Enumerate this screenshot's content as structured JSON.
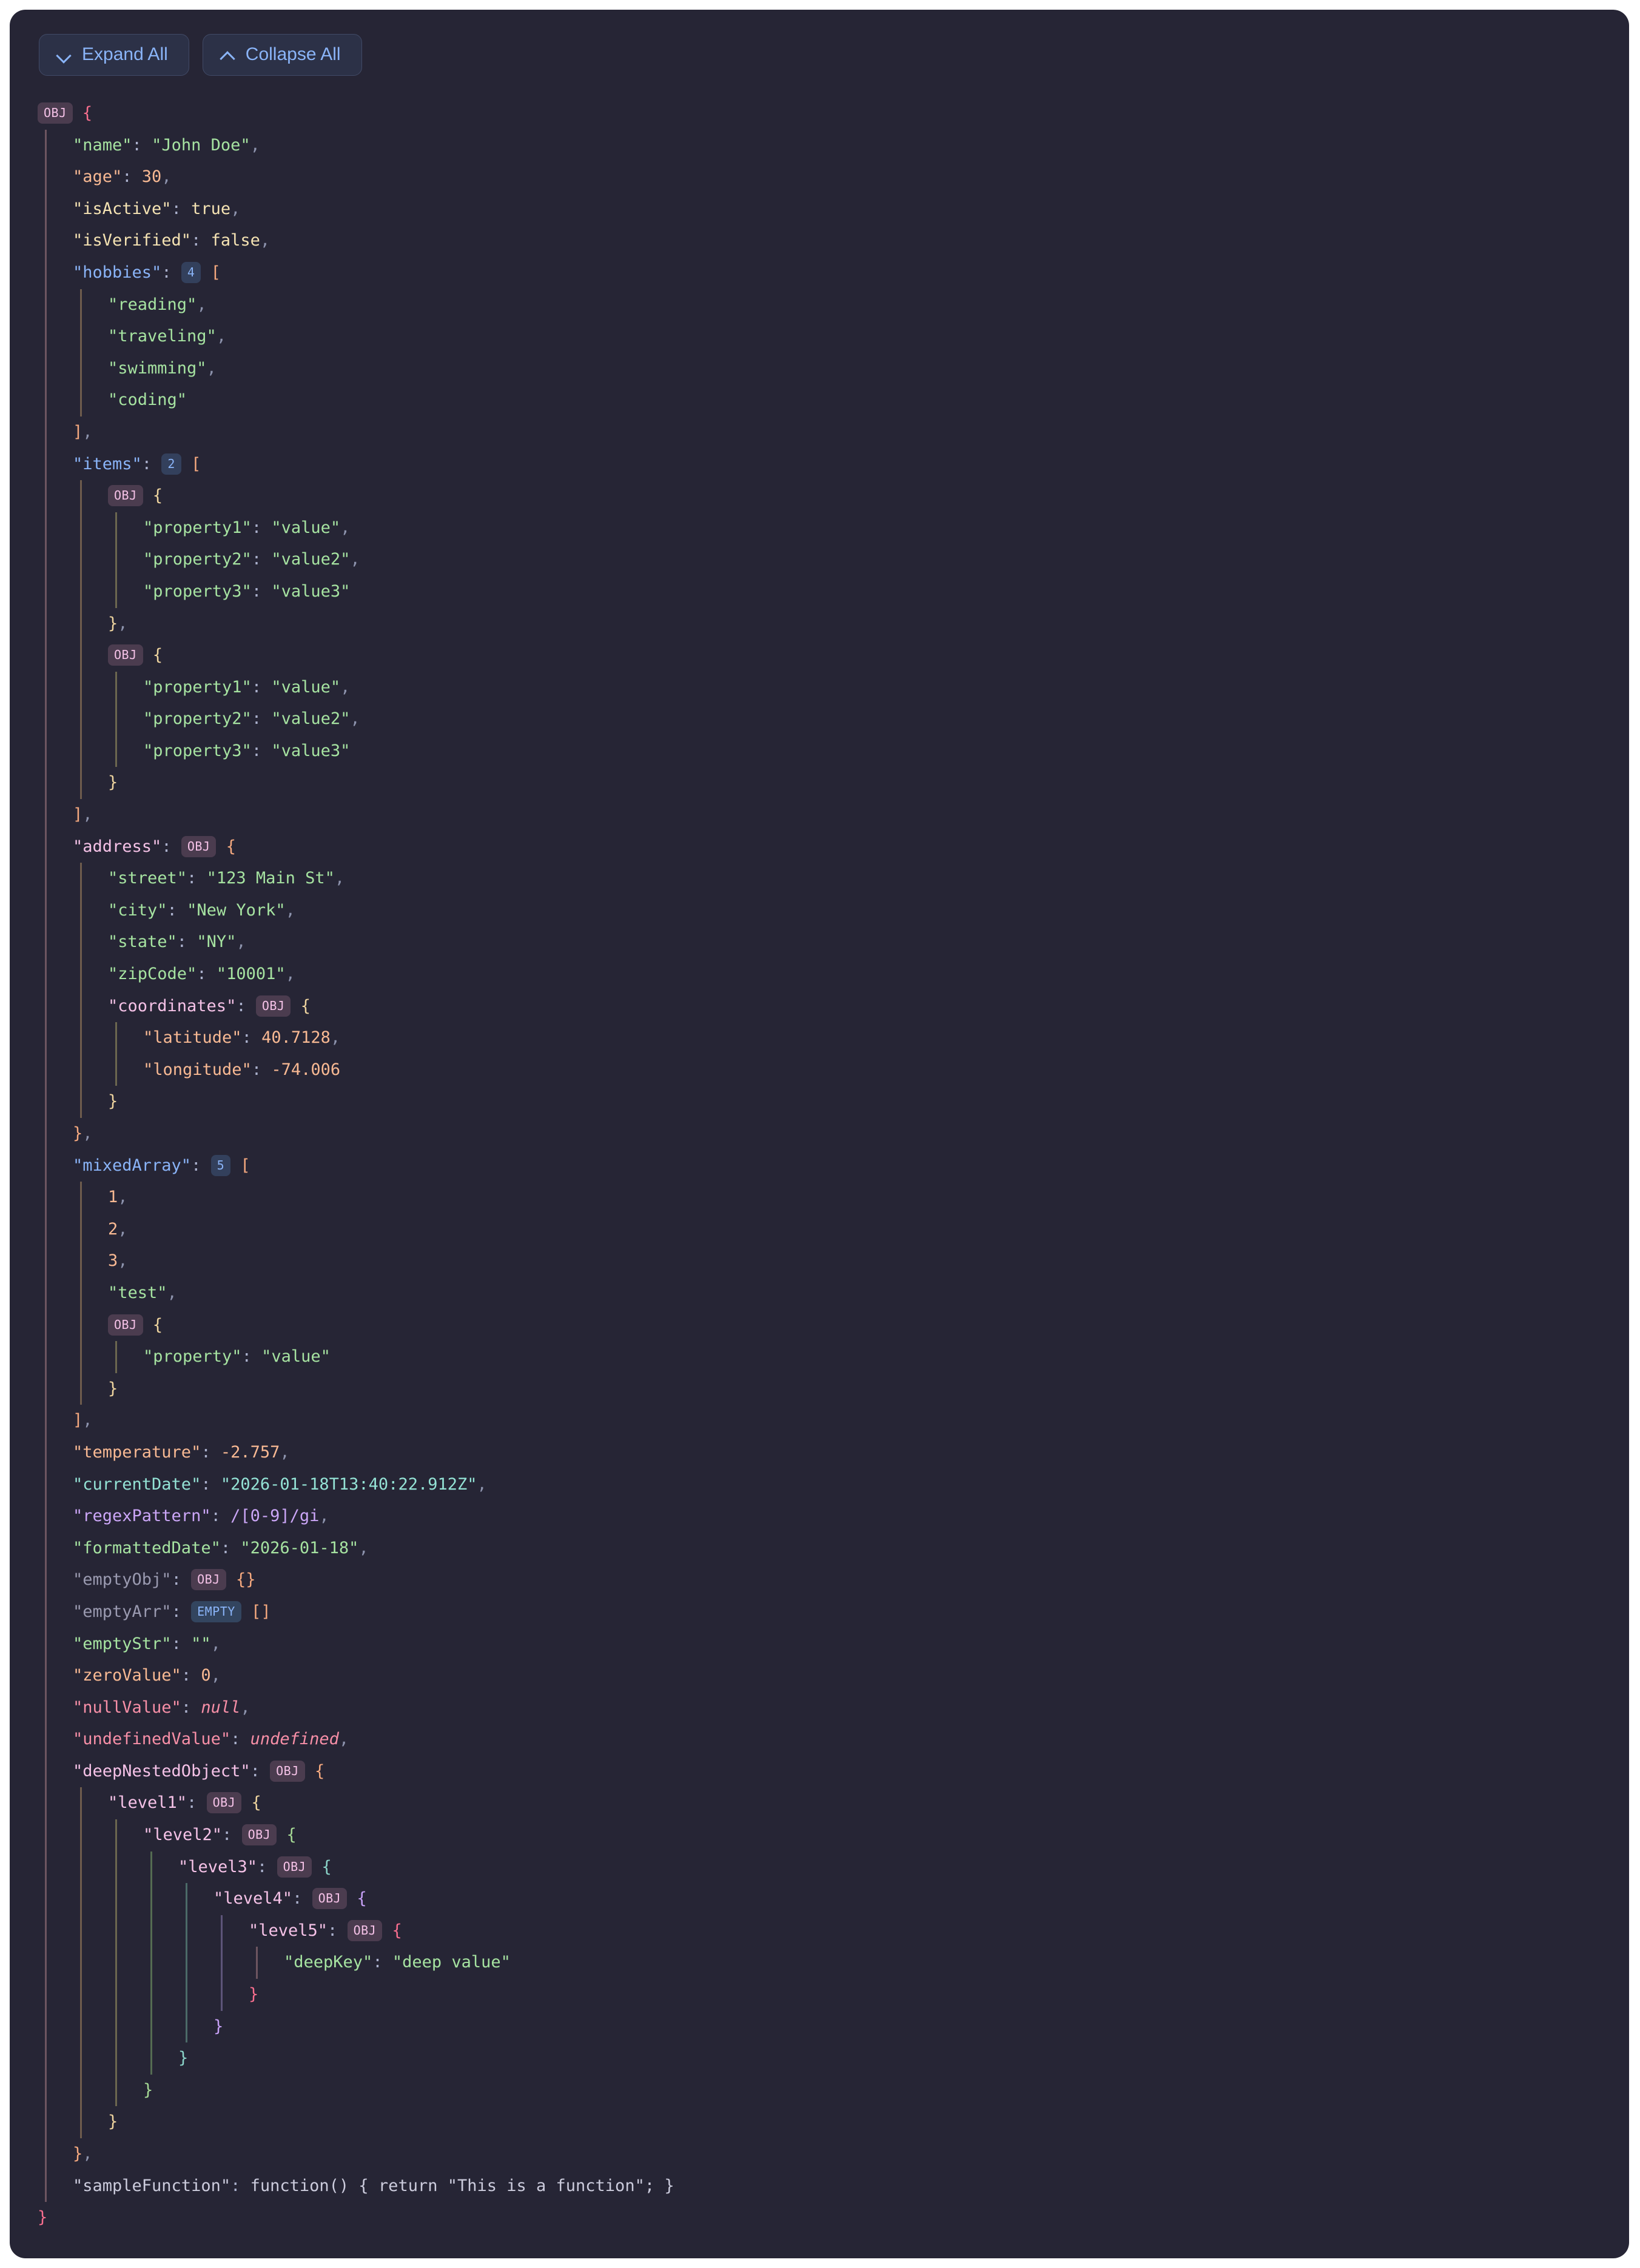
{
  "toolbar": {
    "expand_label": "Expand All",
    "collapse_label": "Collapse All",
    "expand_icon": "chevron-down-icon",
    "collapse_icon": "chevron-up-icon"
  },
  "colors": {
    "panel_bg": "#262535",
    "page_bg": "#ffffff",
    "string": "#a6e3a1",
    "number": "#f8b993",
    "boolean": "#f5e3b3",
    "array_key": "#8ab4f8",
    "object_key": "#f5c2e7",
    "null_key": "#f78fa7",
    "date": "#94e2d5",
    "regex": "#cba6f7",
    "dim_key": "#9a9ab0",
    "function": "#ccccdd",
    "bracket_depth_0": "#f76e8e",
    "bracket_depth_1": "#f5a97f",
    "bracket_depth_2": "#eed49f",
    "bracket_depth_3": "#a6da95",
    "bracket_depth_4": "#8bd5ca",
    "bracket_depth_5": "#c6a0f6",
    "badge_obj_bg": "#4b3c4f",
    "badge_count_bg": "#33405c",
    "button_accent": "#8ab4f8"
  },
  "badges": {
    "obj": "OBJ",
    "empty": "EMPTY"
  },
  "tree": [
    {
      "indent": 0,
      "guides": [],
      "badge": "obj",
      "open": "{",
      "bracket": 0
    },
    {
      "indent": 1,
      "guides": [
        0
      ],
      "key": "\"name\"",
      "keyclass": "k-str",
      "value": "\"John Doe\"",
      "valclass": "v-str",
      "comma": true
    },
    {
      "indent": 1,
      "guides": [
        0
      ],
      "key": "\"age\"",
      "keyclass": "k-num",
      "value": "30",
      "valclass": "v-num",
      "comma": true
    },
    {
      "indent": 1,
      "guides": [
        0
      ],
      "key": "\"isActive\"",
      "keyclass": "k-bool",
      "value": "true",
      "valclass": "v-bool",
      "comma": true
    },
    {
      "indent": 1,
      "guides": [
        0
      ],
      "key": "\"isVerified\"",
      "keyclass": "k-bool",
      "value": "false",
      "valclass": "v-bool",
      "comma": true
    },
    {
      "indent": 1,
      "guides": [
        0
      ],
      "key": "\"hobbies\"",
      "keyclass": "k-arr",
      "count": "4",
      "open": "[",
      "bracket": 1
    },
    {
      "indent": 2,
      "guides": [
        0,
        1
      ],
      "value": "\"reading\"",
      "valclass": "v-str",
      "comma": true
    },
    {
      "indent": 2,
      "guides": [
        0,
        1
      ],
      "value": "\"traveling\"",
      "valclass": "v-str",
      "comma": true
    },
    {
      "indent": 2,
      "guides": [
        0,
        1
      ],
      "value": "\"swimming\"",
      "valclass": "v-str",
      "comma": true
    },
    {
      "indent": 2,
      "guides": [
        0,
        1
      ],
      "value": "\"coding\"",
      "valclass": "v-str"
    },
    {
      "indent": 1,
      "guides": [
        0
      ],
      "close": "]",
      "bracket": 1,
      "comma": true
    },
    {
      "indent": 1,
      "guides": [
        0
      ],
      "key": "\"items\"",
      "keyclass": "k-arr",
      "count": "2",
      "open": "[",
      "bracket": 1
    },
    {
      "indent": 2,
      "guides": [
        0,
        1
      ],
      "badge": "obj",
      "open": "{",
      "bracket": 2
    },
    {
      "indent": 3,
      "guides": [
        0,
        1,
        2
      ],
      "key": "\"property1\"",
      "keyclass": "k-str",
      "value": "\"value\"",
      "valclass": "v-str",
      "comma": true
    },
    {
      "indent": 3,
      "guides": [
        0,
        1,
        2
      ],
      "key": "\"property2\"",
      "keyclass": "k-str",
      "value": "\"value2\"",
      "valclass": "v-str",
      "comma": true
    },
    {
      "indent": 3,
      "guides": [
        0,
        1,
        2
      ],
      "key": "\"property3\"",
      "keyclass": "k-str",
      "value": "\"value3\"",
      "valclass": "v-str"
    },
    {
      "indent": 2,
      "guides": [
        0,
        1
      ],
      "close": "}",
      "bracket": 2,
      "comma": true
    },
    {
      "indent": 2,
      "guides": [
        0,
        1
      ],
      "badge": "obj",
      "open": "{",
      "bracket": 2
    },
    {
      "indent": 3,
      "guides": [
        0,
        1,
        2
      ],
      "key": "\"property1\"",
      "keyclass": "k-str",
      "value": "\"value\"",
      "valclass": "v-str",
      "comma": true
    },
    {
      "indent": 3,
      "guides": [
        0,
        1,
        2
      ],
      "key": "\"property2\"",
      "keyclass": "k-str",
      "value": "\"value2\"",
      "valclass": "v-str",
      "comma": true
    },
    {
      "indent": 3,
      "guides": [
        0,
        1,
        2
      ],
      "key": "\"property3\"",
      "keyclass": "k-str",
      "value": "\"value3\"",
      "valclass": "v-str"
    },
    {
      "indent": 2,
      "guides": [
        0,
        1
      ],
      "close": "}",
      "bracket": 2
    },
    {
      "indent": 1,
      "guides": [
        0
      ],
      "close": "]",
      "bracket": 1,
      "comma": true
    },
    {
      "indent": 1,
      "guides": [
        0
      ],
      "key": "\"address\"",
      "keyclass": "k-obj",
      "badge": "obj",
      "open": "{",
      "bracket": 1
    },
    {
      "indent": 2,
      "guides": [
        0,
        1
      ],
      "key": "\"street\"",
      "keyclass": "k-str",
      "value": "\"123 Main St\"",
      "valclass": "v-str",
      "comma": true
    },
    {
      "indent": 2,
      "guides": [
        0,
        1
      ],
      "key": "\"city\"",
      "keyclass": "k-str",
      "value": "\"New York\"",
      "valclass": "v-str",
      "comma": true
    },
    {
      "indent": 2,
      "guides": [
        0,
        1
      ],
      "key": "\"state\"",
      "keyclass": "k-str",
      "value": "\"NY\"",
      "valclass": "v-str",
      "comma": true
    },
    {
      "indent": 2,
      "guides": [
        0,
        1
      ],
      "key": "\"zipCode\"",
      "keyclass": "k-str",
      "value": "\"10001\"",
      "valclass": "v-str",
      "comma": true
    },
    {
      "indent": 2,
      "guides": [
        0,
        1
      ],
      "key": "\"coordinates\"",
      "keyclass": "k-obj",
      "badge": "obj",
      "open": "{",
      "bracket": 2
    },
    {
      "indent": 3,
      "guides": [
        0,
        1,
        2
      ],
      "key": "\"latitude\"",
      "keyclass": "k-num",
      "value": "40.7128",
      "valclass": "v-num",
      "comma": true
    },
    {
      "indent": 3,
      "guides": [
        0,
        1,
        2
      ],
      "key": "\"longitude\"",
      "keyclass": "k-num",
      "value": "-74.006",
      "valclass": "v-num"
    },
    {
      "indent": 2,
      "guides": [
        0,
        1
      ],
      "close": "}",
      "bracket": 2
    },
    {
      "indent": 1,
      "guides": [
        0
      ],
      "close": "}",
      "bracket": 1,
      "comma": true
    },
    {
      "indent": 1,
      "guides": [
        0
      ],
      "key": "\"mixedArray\"",
      "keyclass": "k-arr",
      "count": "5",
      "open": "[",
      "bracket": 1
    },
    {
      "indent": 2,
      "guides": [
        0,
        1
      ],
      "value": "1",
      "valclass": "v-num",
      "comma": true
    },
    {
      "indent": 2,
      "guides": [
        0,
        1
      ],
      "value": "2",
      "valclass": "v-num",
      "comma": true
    },
    {
      "indent": 2,
      "guides": [
        0,
        1
      ],
      "value": "3",
      "valclass": "v-num",
      "comma": true
    },
    {
      "indent": 2,
      "guides": [
        0,
        1
      ],
      "value": "\"test\"",
      "valclass": "v-str",
      "comma": true
    },
    {
      "indent": 2,
      "guides": [
        0,
        1
      ],
      "badge": "obj",
      "open": "{",
      "bracket": 2
    },
    {
      "indent": 3,
      "guides": [
        0,
        1,
        2
      ],
      "key": "\"property\"",
      "keyclass": "k-str",
      "value": "\"value\"",
      "valclass": "v-str"
    },
    {
      "indent": 2,
      "guides": [
        0,
        1
      ],
      "close": "}",
      "bracket": 2
    },
    {
      "indent": 1,
      "guides": [
        0
      ],
      "close": "]",
      "bracket": 1,
      "comma": true
    },
    {
      "indent": 1,
      "guides": [
        0
      ],
      "key": "\"temperature\"",
      "keyclass": "k-num",
      "value": "-2.757",
      "valclass": "v-num",
      "comma": true
    },
    {
      "indent": 1,
      "guides": [
        0
      ],
      "key": "\"currentDate\"",
      "keyclass": "k-date",
      "value": "\"2026-01-18T13:40:22.912Z\"",
      "valclass": "v-date",
      "comma": true
    },
    {
      "indent": 1,
      "guides": [
        0
      ],
      "key": "\"regexPattern\"",
      "keyclass": "k-regex",
      "value": "/[0-9]/gi",
      "valclass": "v-regex",
      "comma": true
    },
    {
      "indent": 1,
      "guides": [
        0
      ],
      "key": "\"formattedDate\"",
      "keyclass": "k-str",
      "value": "\"2026-01-18\"",
      "valclass": "v-str",
      "comma": true
    },
    {
      "indent": 1,
      "guides": [
        0
      ],
      "key": "\"emptyObj\"",
      "keyclass": "k-dim",
      "badge": "obj",
      "open": "{}",
      "bracket": 1
    },
    {
      "indent": 1,
      "guides": [
        0
      ],
      "key": "\"emptyArr\"",
      "keyclass": "k-dim",
      "badge": "empty",
      "open": "[]",
      "bracket": 1
    },
    {
      "indent": 1,
      "guides": [
        0
      ],
      "key": "\"emptyStr\"",
      "keyclass": "k-str",
      "value": "\"\"",
      "valclass": "v-str",
      "comma": true
    },
    {
      "indent": 1,
      "guides": [
        0
      ],
      "key": "\"zeroValue\"",
      "keyclass": "k-num",
      "value": "0",
      "valclass": "v-num",
      "comma": true
    },
    {
      "indent": 1,
      "guides": [
        0
      ],
      "key": "\"nullValue\"",
      "keyclass": "k-null",
      "value": "null",
      "valclass": "v-null",
      "comma": true
    },
    {
      "indent": 1,
      "guides": [
        0
      ],
      "key": "\"undefinedValue\"",
      "keyclass": "k-null",
      "value": "undefined",
      "valclass": "v-null",
      "comma": true
    },
    {
      "indent": 1,
      "guides": [
        0
      ],
      "key": "\"deepNestedObject\"",
      "keyclass": "k-obj",
      "badge": "obj",
      "open": "{",
      "bracket": 1
    },
    {
      "indent": 2,
      "guides": [
        0,
        1
      ],
      "key": "\"level1\"",
      "keyclass": "k-obj",
      "badge": "obj",
      "open": "{",
      "bracket": 2
    },
    {
      "indent": 3,
      "guides": [
        0,
        1,
        2
      ],
      "key": "\"level2\"",
      "keyclass": "k-obj",
      "badge": "obj",
      "open": "{",
      "bracket": 3
    },
    {
      "indent": 4,
      "guides": [
        0,
        1,
        2,
        3
      ],
      "key": "\"level3\"",
      "keyclass": "k-obj",
      "badge": "obj",
      "open": "{",
      "bracket": 4
    },
    {
      "indent": 5,
      "guides": [
        0,
        1,
        2,
        3,
        4
      ],
      "key": "\"level4\"",
      "keyclass": "k-obj",
      "badge": "obj",
      "open": "{",
      "bracket": 5
    },
    {
      "indent": 6,
      "guides": [
        0,
        1,
        2,
        3,
        4,
        5
      ],
      "key": "\"level5\"",
      "keyclass": "k-obj",
      "badge": "obj",
      "open": "{",
      "bracket": 0
    },
    {
      "indent": 7,
      "guides": [
        0,
        1,
        2,
        3,
        4,
        5,
        0
      ],
      "key": "\"deepKey\"",
      "keyclass": "k-str",
      "value": "\"deep value\"",
      "valclass": "v-str"
    },
    {
      "indent": 6,
      "guides": [
        0,
        1,
        2,
        3,
        4,
        5
      ],
      "close": "}",
      "bracket": 0
    },
    {
      "indent": 5,
      "guides": [
        0,
        1,
        2,
        3,
        4
      ],
      "close": "}",
      "bracket": 5
    },
    {
      "indent": 4,
      "guides": [
        0,
        1,
        2,
        3
      ],
      "close": "}",
      "bracket": 4
    },
    {
      "indent": 3,
      "guides": [
        0,
        1,
        2
      ],
      "close": "}",
      "bracket": 3
    },
    {
      "indent": 2,
      "guides": [
        0,
        1
      ],
      "close": "}",
      "bracket": 2
    },
    {
      "indent": 1,
      "guides": [
        0
      ],
      "close": "}",
      "bracket": 1,
      "comma": true
    },
    {
      "indent": 1,
      "guides": [
        0
      ],
      "key": "\"sampleFunction\"",
      "keyclass": "k-fn",
      "value": "function() { return \"This is a function\"; }",
      "valclass": "v-fn"
    },
    {
      "indent": 0,
      "guides": [],
      "close": "}",
      "bracket": 0
    }
  ]
}
